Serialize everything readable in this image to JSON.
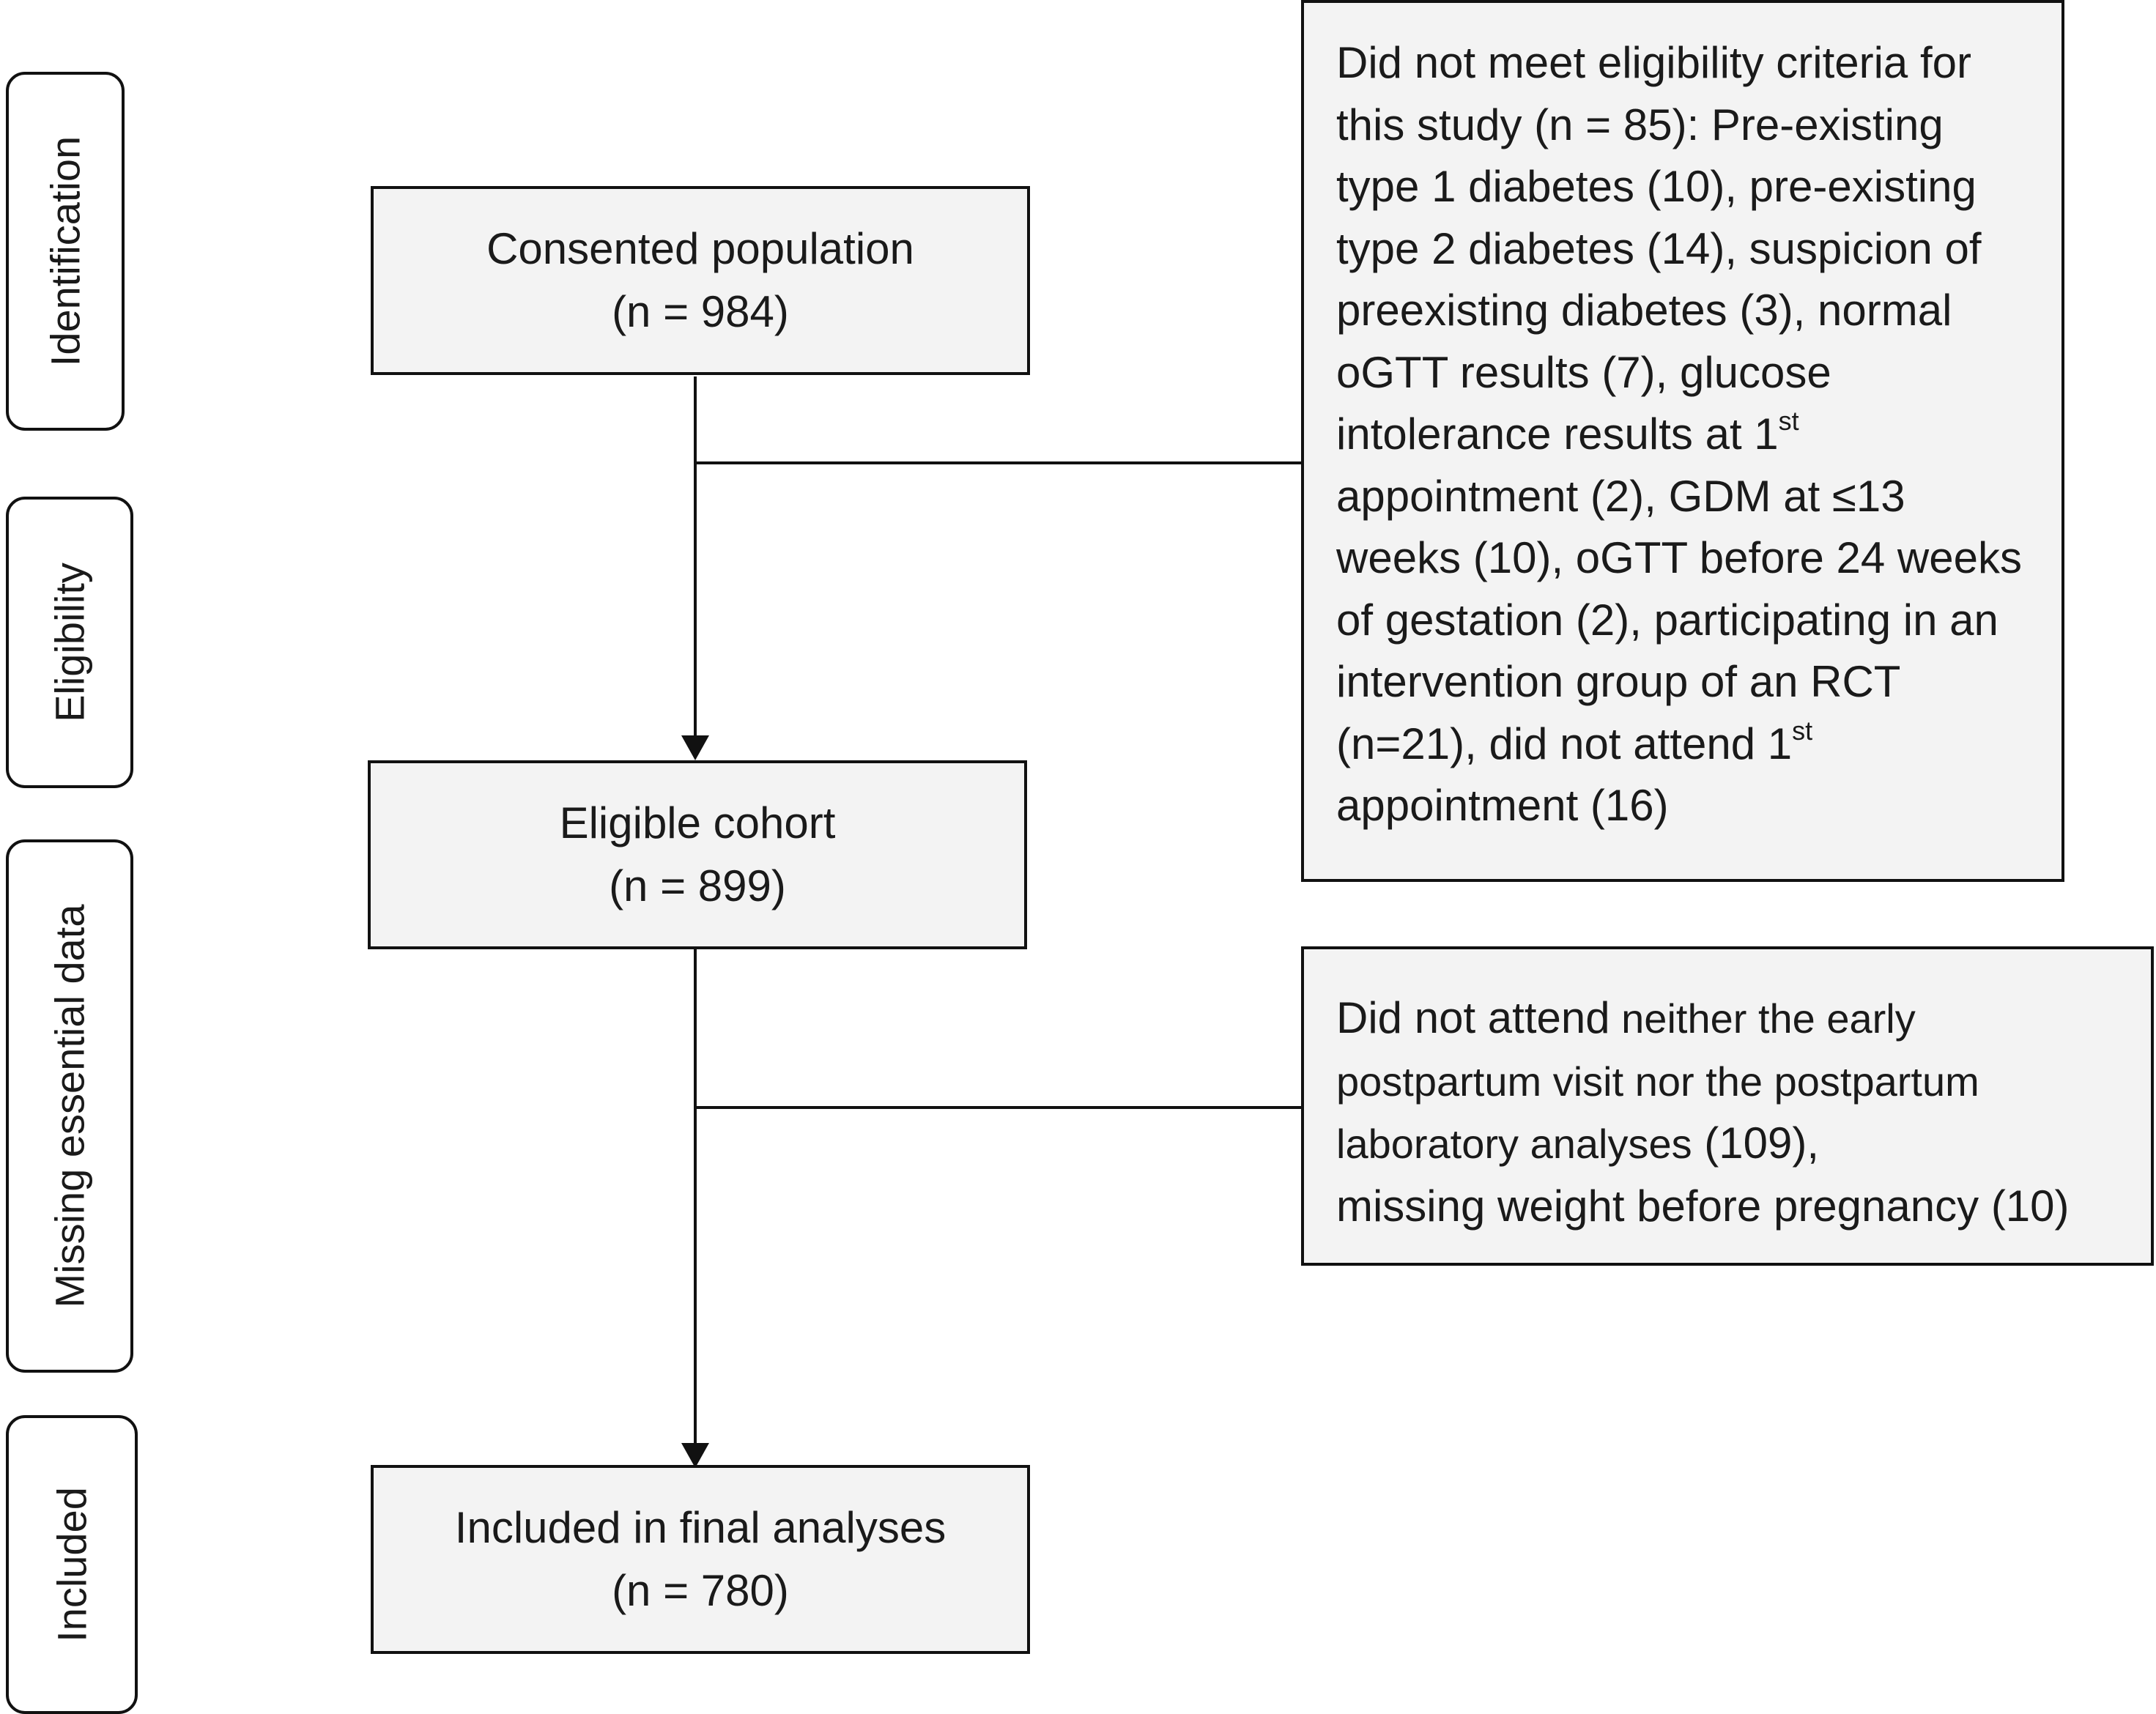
{
  "stages": [
    {
      "label": "Identification"
    },
    {
      "label": "Eligibility"
    },
    {
      "label": "Missing essential data"
    },
    {
      "label": "Included"
    }
  ],
  "boxes": {
    "consented": {
      "title": "Consented population",
      "count": "(n = 984)"
    },
    "eligible": {
      "title": "Eligible cohort",
      "count": "(n = 899)"
    },
    "included": {
      "title": "Included in final analyses",
      "count": "(n = 780)"
    }
  },
  "exclusion_eligibility": {
    "text_part1": "Did not meet eligibility criteria for this study (n = 85): Pre-existing type 1 diabetes (10), pre-existing type 2 diabetes (14), suspicion of preexisting diabetes (3), normal oGTT results (7), glucose intolerance results at 1",
    "sup1": "st",
    "text_part2": " appointment (2), GDM at ≤13 weeks (10), oGTT before 24 weeks of gestation (2), participating in an intervention group of an RCT (n=21), did not attend 1",
    "sup2": "st",
    "text_part3": " appointment (16)"
  },
  "exclusion_missing": {
    "lead": "Did not attend",
    "part1": " neither the early postpartum visit nor the postpartum laboratory analyses",
    "part2": " (109),",
    "line2": "missing weight before pregnancy (10)"
  }
}
